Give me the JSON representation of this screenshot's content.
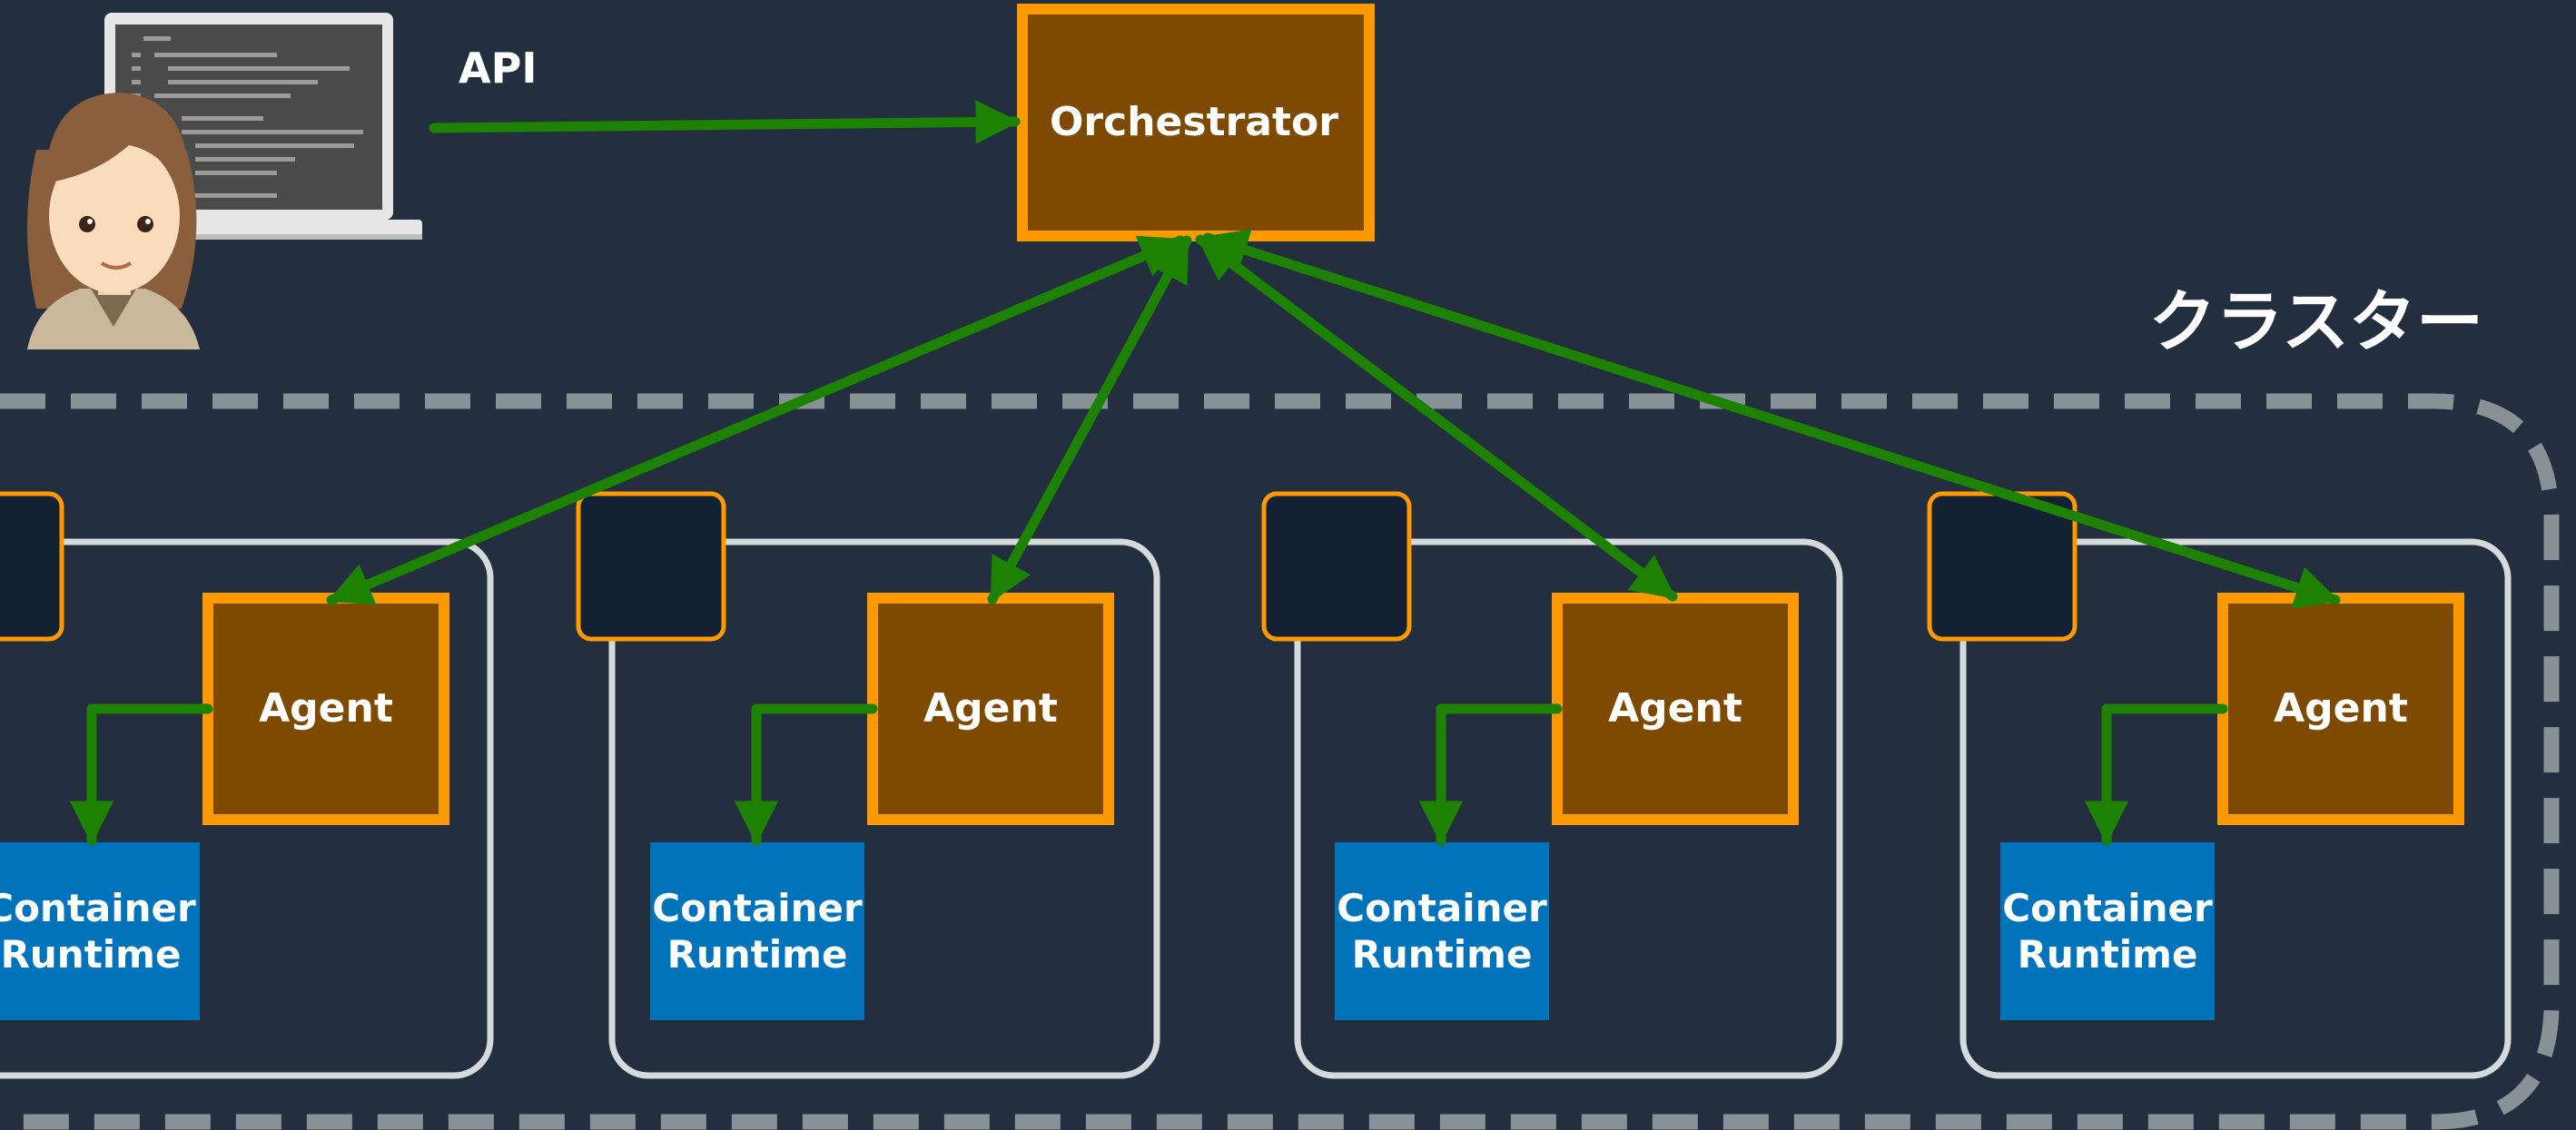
{
  "diagram": {
    "api_label": "API",
    "orchestrator_label": "Orchestrator",
    "cluster_label": "クラスター",
    "nodes": [
      {
        "agent_label": "Agent",
        "runtime_label": "Container\nRuntime"
      },
      {
        "agent_label": "Agent",
        "runtime_label": "Container\nRuntime"
      },
      {
        "agent_label": "Agent",
        "runtime_label": "Container\nRuntime"
      },
      {
        "agent_label": "Agent",
        "runtime_label": "Container\nRuntime"
      }
    ]
  },
  "icons": [
    "user-avatar-icon",
    "laptop-icon"
  ],
  "colors": {
    "background": "#232f3e",
    "arrow": "#1d8102",
    "component_fill": "#7d4a00",
    "component_border": "#ff9900",
    "runtime_fill": "#0073bb",
    "node_border": "#d5dbdb",
    "cluster_border": "#879196",
    "chip_fill": "#132232"
  }
}
